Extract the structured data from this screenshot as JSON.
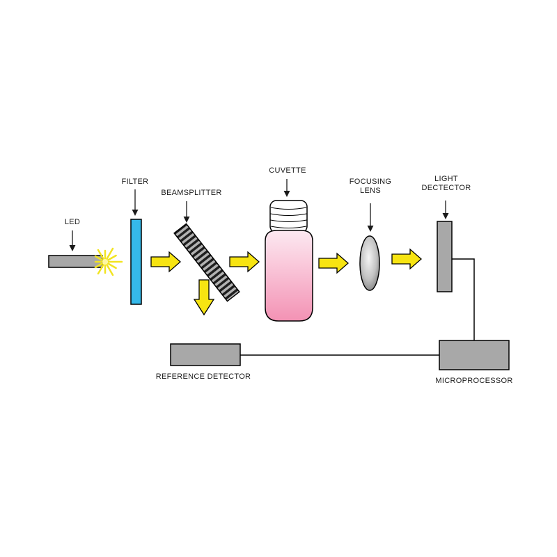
{
  "diagram": {
    "labels": {
      "led": "LED",
      "filter": "FILTER",
      "beamsplitter": "BEAMSPLITTER",
      "cuvette": "CUVETTE",
      "focusing_lens": "FOCUSING\nLENS",
      "light_detector": "LIGHT\nDECTECTOR",
      "reference_detector": "REFERENCE DETECTOR",
      "microprocessor": "MICROPROCESSOR"
    },
    "flow": {
      "main_path": [
        "LED",
        "FILTER",
        "BEAMSPLITTER",
        "CUVETTE",
        "FOCUSING LENS",
        "LIGHT DECTECTOR",
        "MICROPROCESSOR"
      ],
      "branch_path": [
        "BEAMSPLITTER",
        "REFERENCE DETECTOR",
        "MICROPROCESSOR"
      ]
    },
    "colors": {
      "component_gray": "#a8a8a8",
      "filter_blue": "#35b9ea",
      "arrow_yellow": "#f7e412",
      "cuvette_pink_top": "#fce9f1",
      "cuvette_pink_bottom": "#f392b4",
      "outline_black": "#000000",
      "background": "#ffffff"
    }
  }
}
